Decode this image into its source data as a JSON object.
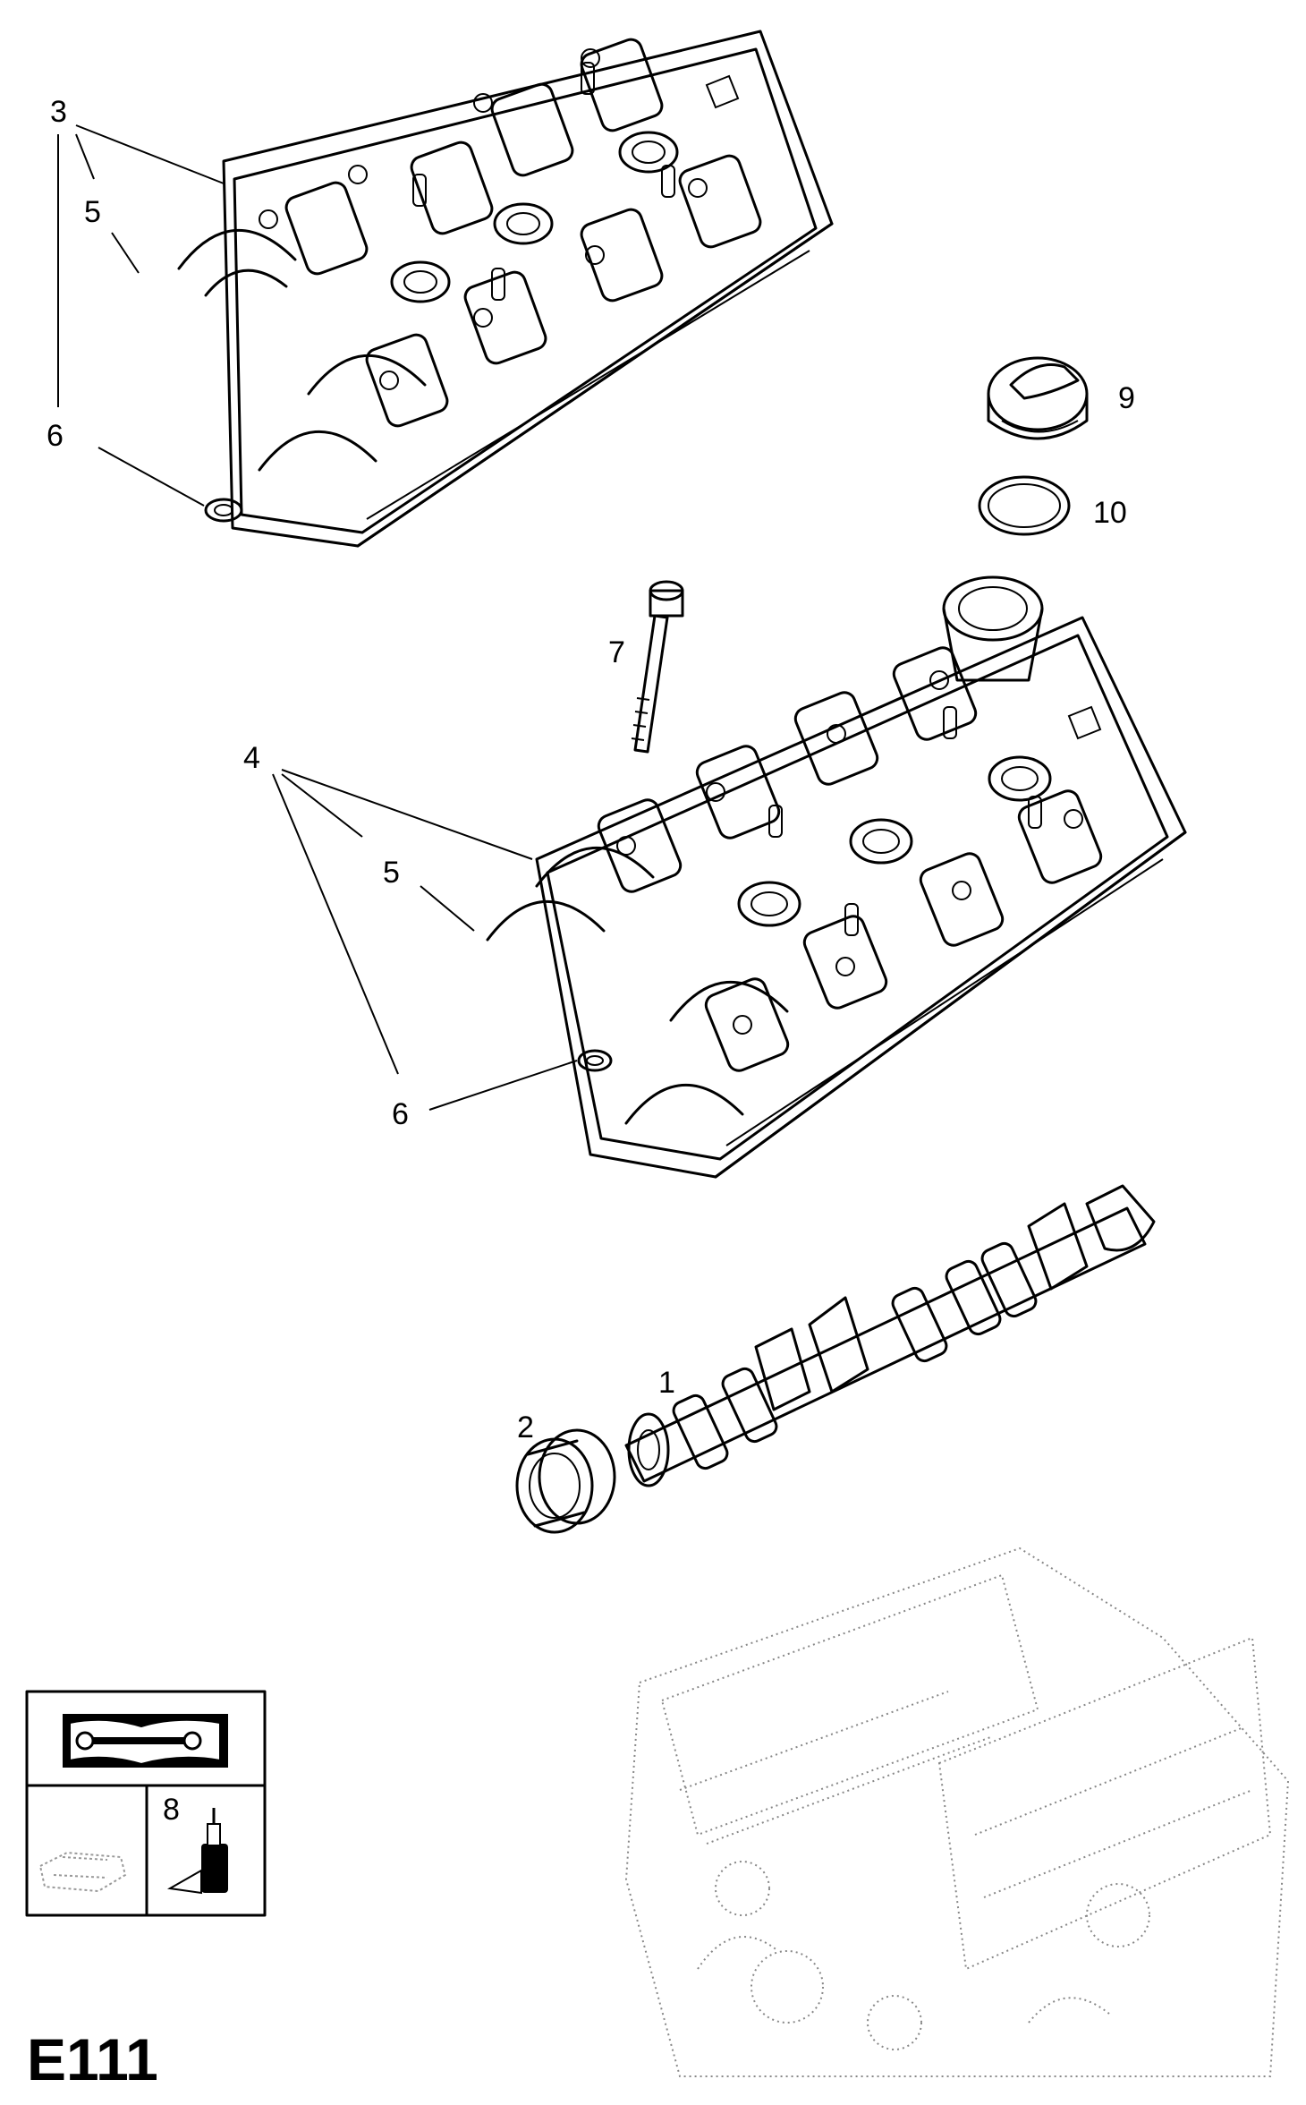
{
  "diagram": {
    "page_code": "E111",
    "callouts": {
      "c3": "3",
      "c5_top": "5",
      "c6_top": "6",
      "c9": "9",
      "c10": "10",
      "c7": "7",
      "c4": "4",
      "c5_mid": "5",
      "c6_mid": "6",
      "c1": "1",
      "c2": "2",
      "c8": "8"
    },
    "icons": [
      "workshop-manual-icon",
      "engine-outline-icon",
      "sealant-tube-icon",
      "engine-block-ghost-icon"
    ]
  }
}
